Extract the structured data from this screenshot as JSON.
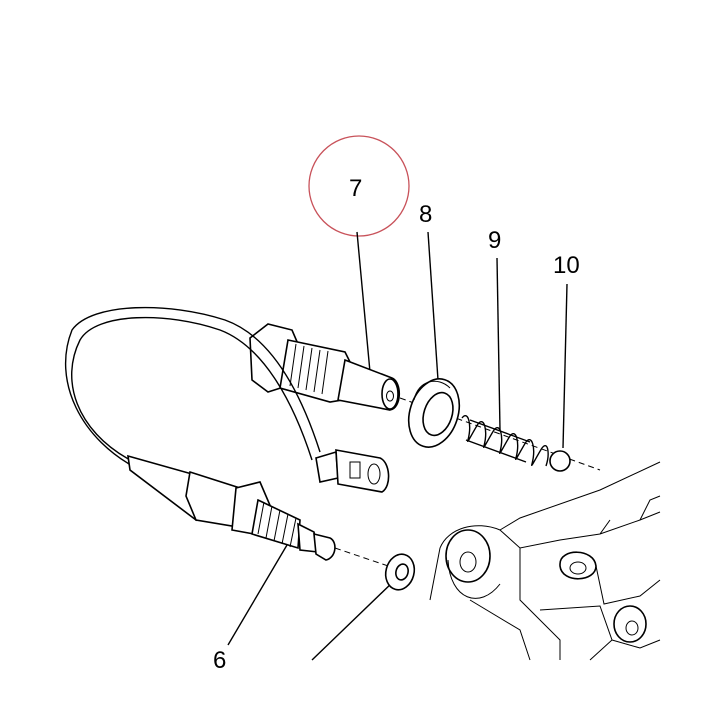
{
  "callouts": [
    {
      "id": "7",
      "label": "7",
      "highlighted": true
    },
    {
      "id": "8",
      "label": "8"
    },
    {
      "id": "9",
      "label": "9"
    },
    {
      "id": "10",
      "label": "10"
    },
    {
      "id": "6",
      "label": "6"
    }
  ],
  "colors": {
    "line": "#000000",
    "background": "#ffffff",
    "highlight_circle": "#c8525a"
  }
}
